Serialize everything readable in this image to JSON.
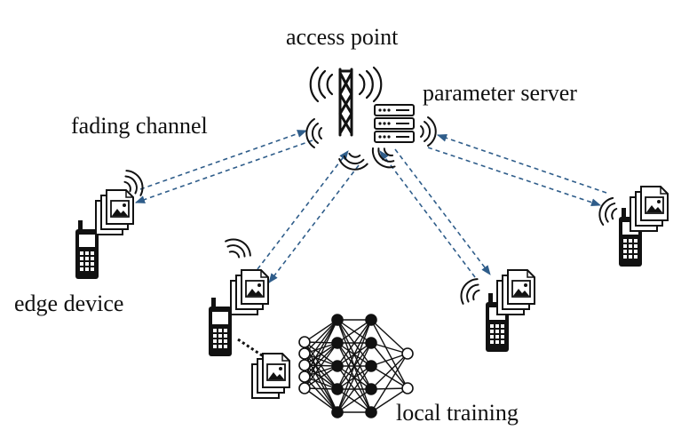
{
  "labels": {
    "access_point": "access point",
    "parameter_server": "parameter server",
    "fading_channel": "fading channel",
    "edge_device": "edge device",
    "local_training": "local training"
  },
  "colors": {
    "link": "#2f5d8a",
    "ink": "#111111"
  },
  "icons": [
    "tower-icon",
    "server-icon",
    "phone-icon",
    "image-stack-icon",
    "wireless-waves-icon",
    "neural-network-icon"
  ]
}
